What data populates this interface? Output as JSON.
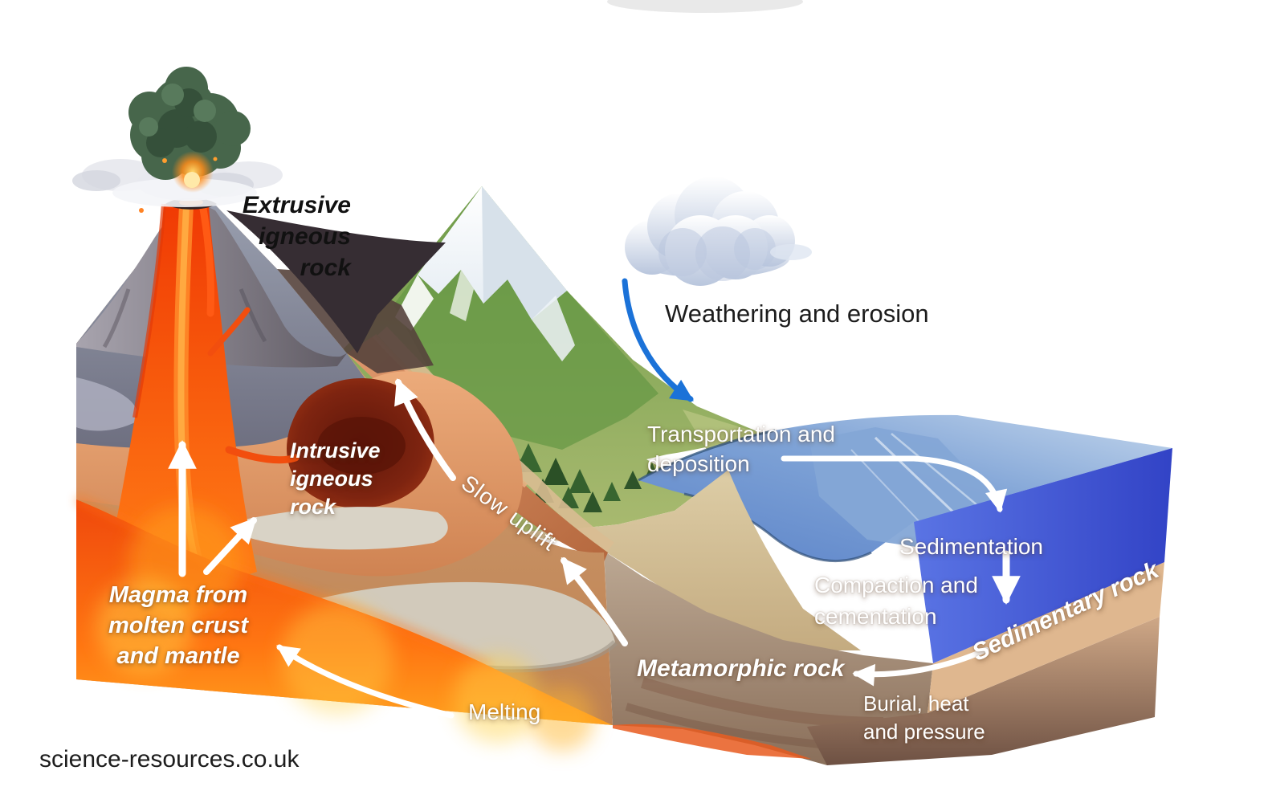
{
  "watermark": "science-resources.co.uk",
  "labels": {
    "extrusive_igneous_rock": {
      "lines": [
        "Extrusive",
        "igneous",
        "rock"
      ]
    },
    "weathering": {
      "text": "Weathering and erosion"
    },
    "transportation_deposition": {
      "lines": [
        "Transportation and",
        "deposition"
      ]
    },
    "sedimentation": {
      "text": "Sedimentation"
    },
    "compaction_cementation": {
      "lines": [
        "Compaction and",
        "cementation"
      ]
    },
    "sedimentary_rock": {
      "text": "Sedimentary rock"
    },
    "metamorphic_rock": {
      "text": "Metamorphic rock"
    },
    "burial_heat_pressure": {
      "lines": [
        "Burial, heat",
        "and pressure"
      ]
    },
    "melting": {
      "text": "Melting"
    },
    "slow_uplift": {
      "text": "Slow uplift"
    },
    "intrusive_igneous_rock": {
      "lines": [
        "Intrusive",
        "igneous",
        "rock"
      ]
    },
    "magma_source": {
      "lines": [
        "Magma from",
        "molten crust",
        "and mantle"
      ]
    }
  },
  "colors": {
    "arrow_blue": "#1b72d8",
    "arrow_white": "#ffffff",
    "label_dark": "#1c1c1c",
    "label_light": "#ffffff",
    "magma_orange": "#ff6205",
    "magma_glow": "#ffa01e",
    "sea_surface_blue": "#7fa3d6",
    "sea_block_blue": "#3d52d0",
    "sand_tan": "#d8c79e",
    "grass_green": "#9ab267",
    "forest_green": "#2f5a2d",
    "snow_white": "#ffffff",
    "volcano_grey": "#8e8a94",
    "intrusive_maroon": "#7a2110",
    "uplift_slope_terracotta": "#cd7b50",
    "cliff_brown": "#a9846a",
    "cloud_shade": "#b9c6dd"
  }
}
